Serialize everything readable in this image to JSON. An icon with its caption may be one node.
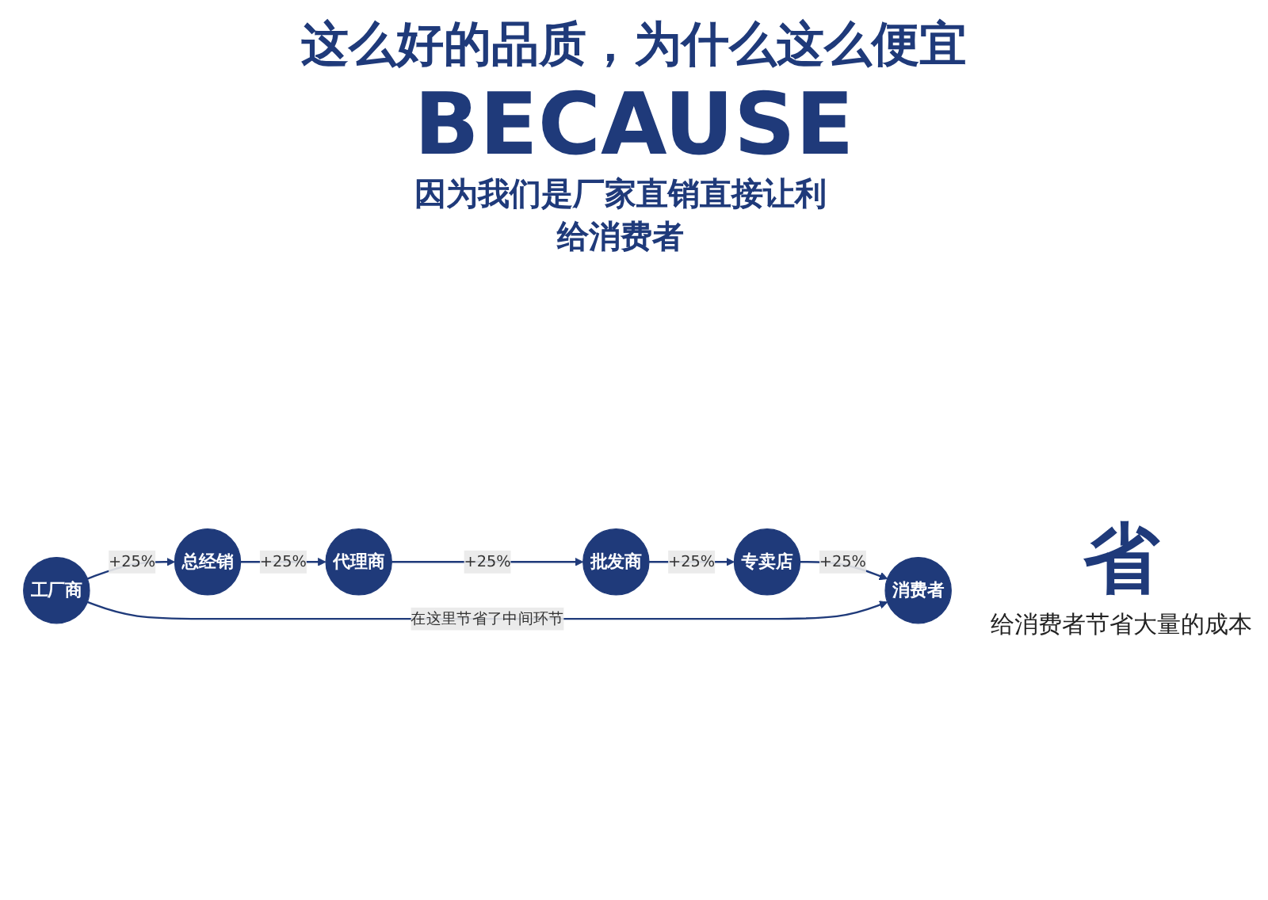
{
  "diagram": {
    "title": "这么好的品质，为什么这么便宜",
    "nodes": [
      {
        "text": [
          "工厂商"
        ]
      },
      {
        "text": [
          "总经销"
        ]
      },
      {
        "text": [
          "代理商"
        ]
      },
      {
        "text": [
          "批发商"
        ]
      },
      {
        "text": [
          "专卖店"
        ]
      },
      {
        "text": [
          "消费者"
        ]
      }
    ],
    "edges": [
      {
        "from": 0,
        "to": 1,
        "arrow": "to",
        "label": "+25%"
      },
      {
        "from": 1,
        "to": 2,
        "arrow": "to",
        "label": "+25%"
      },
      {
        "from": 2,
        "to": 3,
        "arrow": "to",
        "label": "+25%"
      },
      {
        "from": 3,
        "to": 4,
        "arrow": "to",
        "label": "+25%"
      },
      {
        "from": 4,
        "to": 5,
        "arrow": "to",
        "label": "+25%"
      },
      {
        "from": 0,
        "to": 5,
        "arrow": "to",
        "label": "在这里节省了中间环节"
      }
    ],
    "labels": [
      "BECAUSE",
      "因为我们是厂家直销直接让利给消费者",
      "省",
      "给消费者节省大量的成本"
    ]
  }
}
